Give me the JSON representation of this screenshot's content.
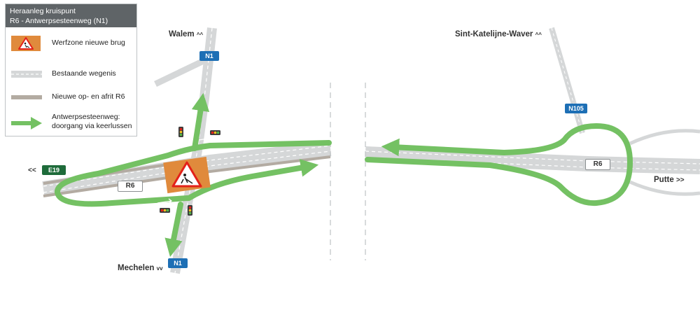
{
  "legend": {
    "title_line1": "Heraanleg kruispunt",
    "title_line2": "R6 - Antwerpsesteenweg (N1)",
    "items": [
      {
        "label": "Werfzone nieuwe brug",
        "symbol": "work-zone-icon"
      },
      {
        "label": "Bestaande wegenis",
        "symbol": "existing-road-icon"
      },
      {
        "label": "Nieuwe op- en afrit R6",
        "symbol": "new-ramp-icon"
      },
      {
        "label_line1": "Antwerpsesteenweg:",
        "label_line2": "doorgang via keerlussen",
        "symbol": "green-arrow-icon"
      }
    ]
  },
  "places": {
    "walem": "Walem",
    "sint_katelijne": "Sint-Katelijne-Waver",
    "mechelen": "Mechelen",
    "putte": "Putte"
  },
  "direction_marks": {
    "up": "^^",
    "down": "vv",
    "left": "<<",
    "right": ">>"
  },
  "shields": {
    "n1_top": "N1",
    "n1_bottom": "N1",
    "n105": "N105",
    "e19": "E19",
    "r6_left": "R6",
    "r6_right": "R6"
  },
  "colors": {
    "road": "#d5d7d8",
    "road_dash": "#ffffff",
    "ramp": "#b3aba2",
    "green": "#74c163",
    "work_zone": "#e08a3c",
    "shield_blue": "#1d6fb5",
    "shield_green": "#1e6b3a",
    "legend_header": "#5f6467"
  }
}
